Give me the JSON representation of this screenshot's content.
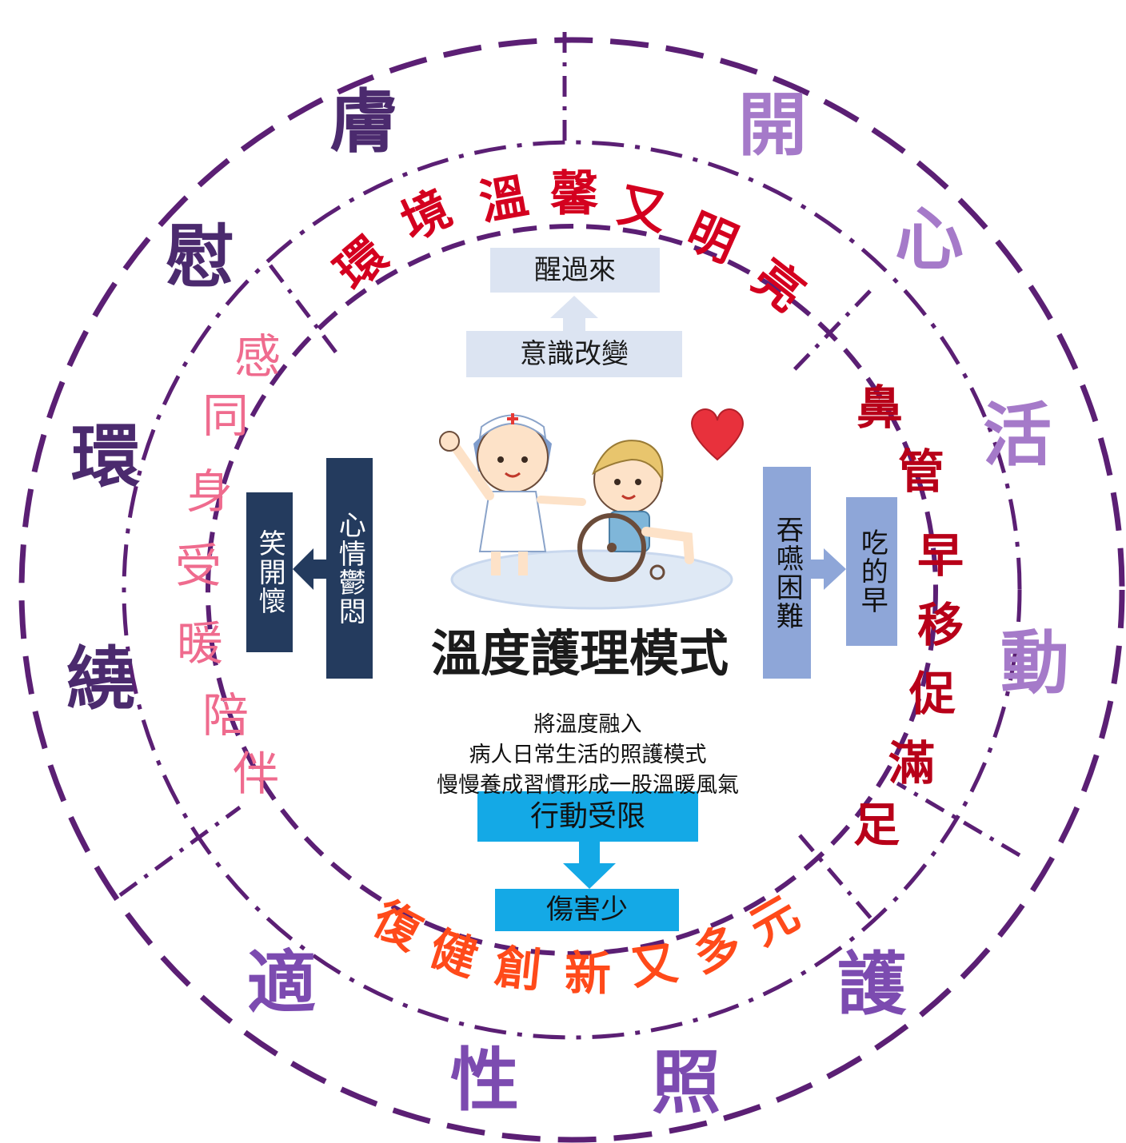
{
  "outer_ring": {
    "chars": [
      "膚",
      "慰",
      "環",
      "繞",
      "適",
      "性",
      "照",
      "護",
      "動",
      "活",
      "心",
      "開"
    ]
  },
  "top_arc": {
    "chars": [
      "環",
      "境",
      "溫",
      "馨",
      "又",
      "明",
      "亮"
    ]
  },
  "bottom_arc": {
    "chars": [
      "復",
      "健",
      "創",
      "新",
      "又",
      "多",
      "元"
    ]
  },
  "left_column": {
    "chars": [
      "感",
      "同",
      "身",
      "受",
      "暖",
      "陪",
      "伴"
    ]
  },
  "right_column": {
    "chars": [
      "鼻",
      "管",
      "早",
      "移",
      "促",
      "滿",
      "足"
    ]
  },
  "top_boxes": {
    "upper": "醒過來",
    "lower": "意識改變"
  },
  "left_boxes": {
    "inner": "笑開懷",
    "outer": "心情鬱悶"
  },
  "right_boxes": {
    "outer": "吞嚥困難",
    "inner": "吃的早"
  },
  "bottom_boxes": {
    "upper": "行動受限",
    "lower": "傷害少"
  },
  "center": {
    "title": "溫度護理模式",
    "desc_line1": "將溫度融入",
    "desc_line2": "病人日常生活的照護模式",
    "desc_line3": "慢慢養成習慣形成一股溫暖風氣"
  },
  "colors": {
    "ring_stroke": "#5b1f74",
    "outer_dark": "#4b2a6e",
    "outer_light": "#a57ac9",
    "top_arc": "#d4001f",
    "bottom_arc": "#ff4a1a",
    "left_column": "#ef6b8e",
    "right_column": "#b80019",
    "box_light": "#dce4f2",
    "box_navy": "#243b5e",
    "box_periwinkle": "#8ea6d8",
    "box_cyan": "#14a9e6"
  },
  "icons": [
    "nurse-icon",
    "wheelchair-patient-icon",
    "heart-icon"
  ]
}
